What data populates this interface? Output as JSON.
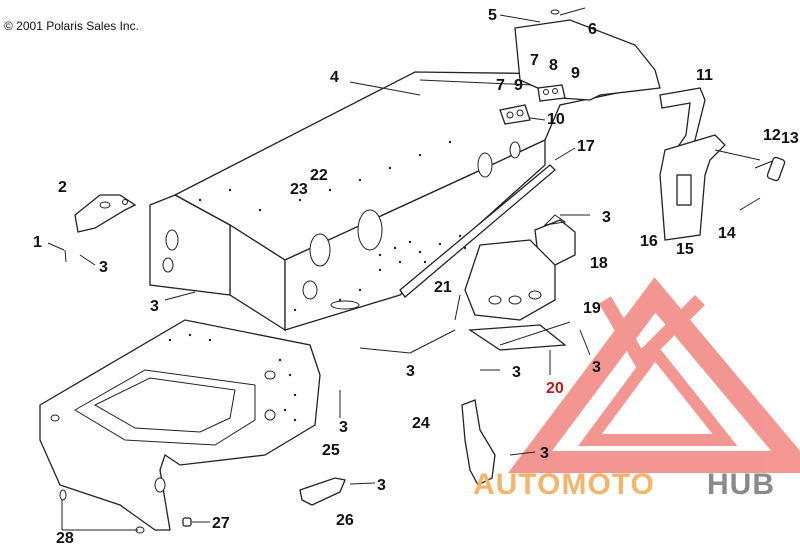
{
  "copyright": "© 2001 Polaris Sales Inc.",
  "watermark": {
    "text_a": "AUTOMOTO",
    "text_b": "HUB",
    "color_a": "#f4b46a",
    "color_b": "#8a8a8a",
    "logo_color": "#f2847f"
  },
  "callouts": [
    {
      "id": "c5",
      "label": "5"
    },
    {
      "id": "c6",
      "label": "6"
    },
    {
      "id": "c7a",
      "label": "7"
    },
    {
      "id": "c8",
      "label": "8"
    },
    {
      "id": "c9a",
      "label": "9"
    },
    {
      "id": "c7b",
      "label": "7"
    },
    {
      "id": "c9b",
      "label": "9"
    },
    {
      "id": "c4",
      "label": "4"
    },
    {
      "id": "c11",
      "label": "11"
    },
    {
      "id": "c10",
      "label": "10"
    },
    {
      "id": "c12",
      "label": "12"
    },
    {
      "id": "c13",
      "label": "13"
    },
    {
      "id": "c17",
      "label": "17"
    },
    {
      "id": "c2",
      "label": "2"
    },
    {
      "id": "c22",
      "label": "22"
    },
    {
      "id": "c23",
      "label": "23"
    },
    {
      "id": "c3a",
      "label": "3"
    },
    {
      "id": "c16",
      "label": "16"
    },
    {
      "id": "c15",
      "label": "15"
    },
    {
      "id": "c14",
      "label": "14"
    },
    {
      "id": "c1",
      "label": "1"
    },
    {
      "id": "c3b",
      "label": "3"
    },
    {
      "id": "c18",
      "label": "18"
    },
    {
      "id": "c21",
      "label": "21"
    },
    {
      "id": "c19",
      "label": "19"
    },
    {
      "id": "c3c",
      "label": "3"
    },
    {
      "id": "c3d",
      "label": "3"
    },
    {
      "id": "c3e",
      "label": "3"
    },
    {
      "id": "c3f",
      "label": "3"
    },
    {
      "id": "c20",
      "label": "20"
    },
    {
      "id": "c3g",
      "label": "3"
    },
    {
      "id": "c24",
      "label": "24"
    },
    {
      "id": "c3h",
      "label": "3"
    },
    {
      "id": "c25",
      "label": "25"
    },
    {
      "id": "c3i",
      "label": "3"
    },
    {
      "id": "c26",
      "label": "26"
    },
    {
      "id": "c27",
      "label": "27"
    },
    {
      "id": "c28",
      "label": "28"
    }
  ]
}
